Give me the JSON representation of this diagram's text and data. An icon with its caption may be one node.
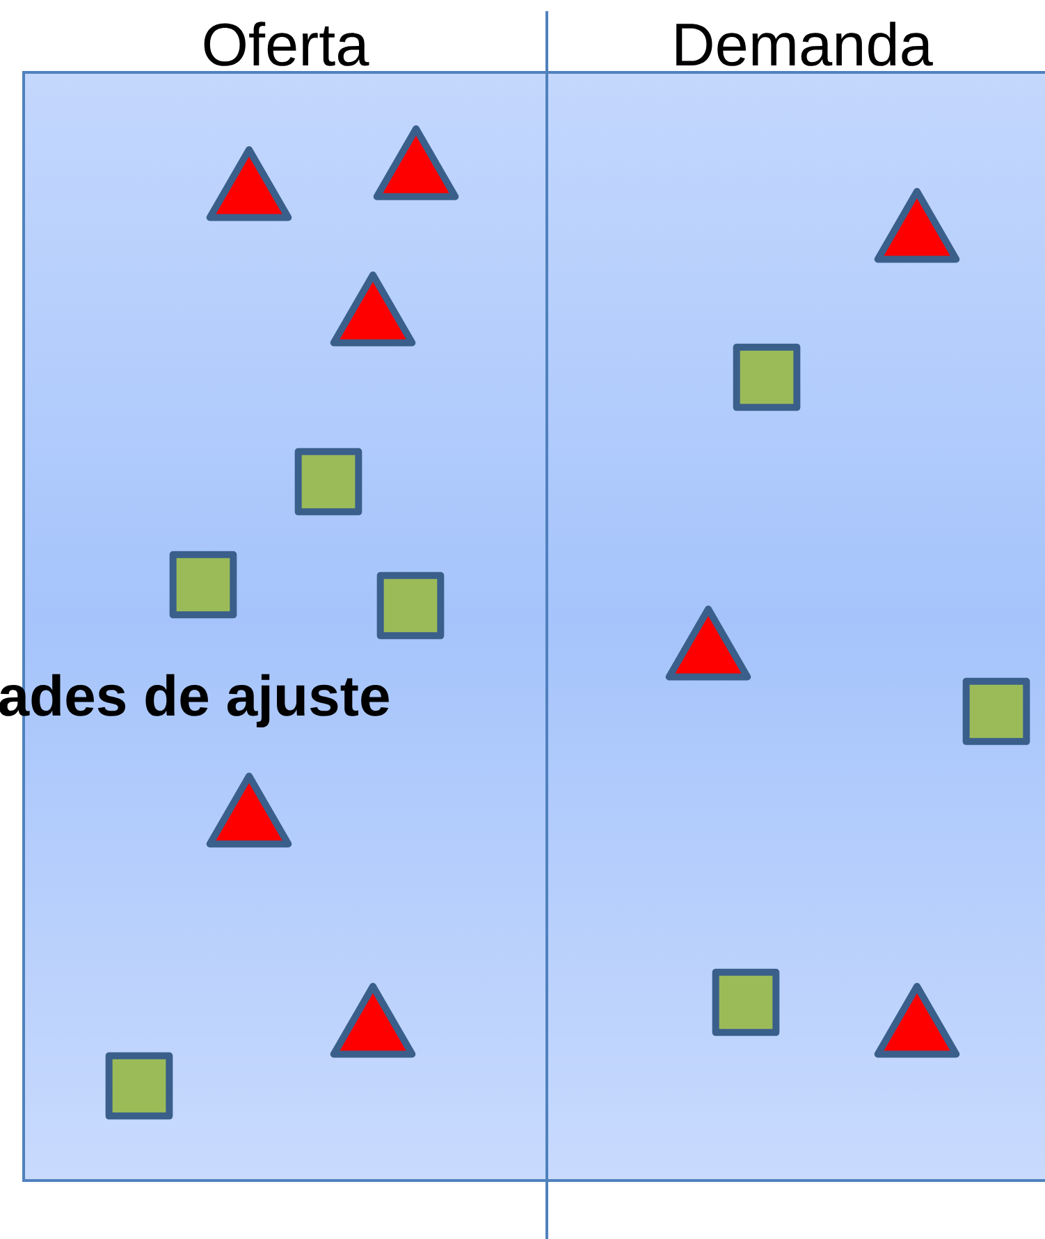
{
  "diagram": {
    "nodes": [
      {
        "text": [
          "Oferta"
        ]
      },
      {
        "text": [],
        "shape": "triangle",
        "in": 0
      },
      {
        "text": [],
        "shape": "triangle",
        "in": 0
      },
      {
        "text": [],
        "shape": "triangle",
        "in": 0
      },
      {
        "text": [],
        "shape": "box",
        "in": 0
      },
      {
        "text": [],
        "shape": "box",
        "in": 0
      },
      {
        "text": [],
        "shape": "box",
        "in": 0
      },
      {
        "text": [],
        "shape": "triangle",
        "in": 0
      },
      {
        "text": [],
        "shape": "triangle",
        "in": 0
      },
      {
        "text": [],
        "shape": "box",
        "in": 0
      },
      {
        "text": [
          "Demanda"
        ]
      },
      {
        "text": [],
        "shape": "triangle",
        "in": 10
      },
      {
        "text": [],
        "shape": "box",
        "in": 10
      },
      {
        "text": [],
        "shape": "triangle",
        "in": 10
      },
      {
        "text": [],
        "shape": "box",
        "in": 10
      },
      {
        "text": [],
        "shape": "box",
        "in": 10
      },
      {
        "text": [],
        "shape": "triangle",
        "in": 10
      }
    ],
    "labels": [
      "ades de ajuste"
    ]
  }
}
